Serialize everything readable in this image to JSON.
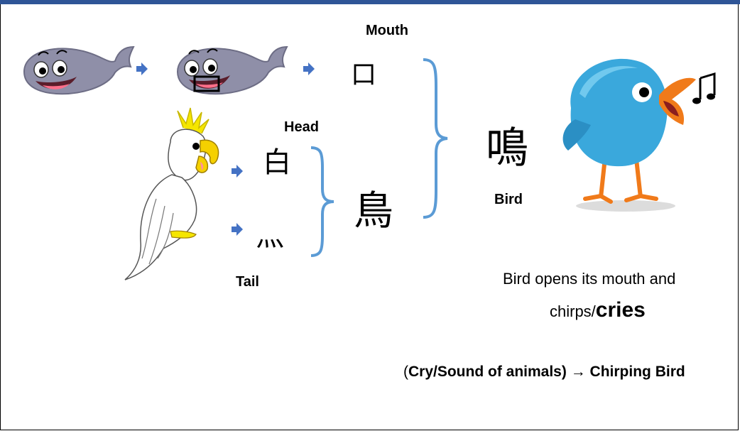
{
  "labels": {
    "mouth": "Mouth",
    "head": "Head",
    "tail": "Tail",
    "bird": "Bird"
  },
  "characters": {
    "mouth_char": "口",
    "head_char": "白",
    "tail_char": "灬",
    "bird_char": "鳥",
    "result_char": "鳴"
  },
  "explanation": {
    "line1": "Bird opens its mouth and",
    "line2_prefix": "chirps/",
    "line2_emphasis": "cries"
  },
  "meaning": {
    "open_paren": "(",
    "definition": "Cry/Sound of animals)",
    "arrow": "→",
    "result": "Chirping Bird"
  },
  "colors": {
    "header_bar": "#2f5597",
    "bracket": "#5b9bd5",
    "arrow": "#4472c4",
    "whale": "#8f8fa8",
    "bird_blue": "#3aa8dc",
    "beak_orange": "#f07a1a"
  }
}
